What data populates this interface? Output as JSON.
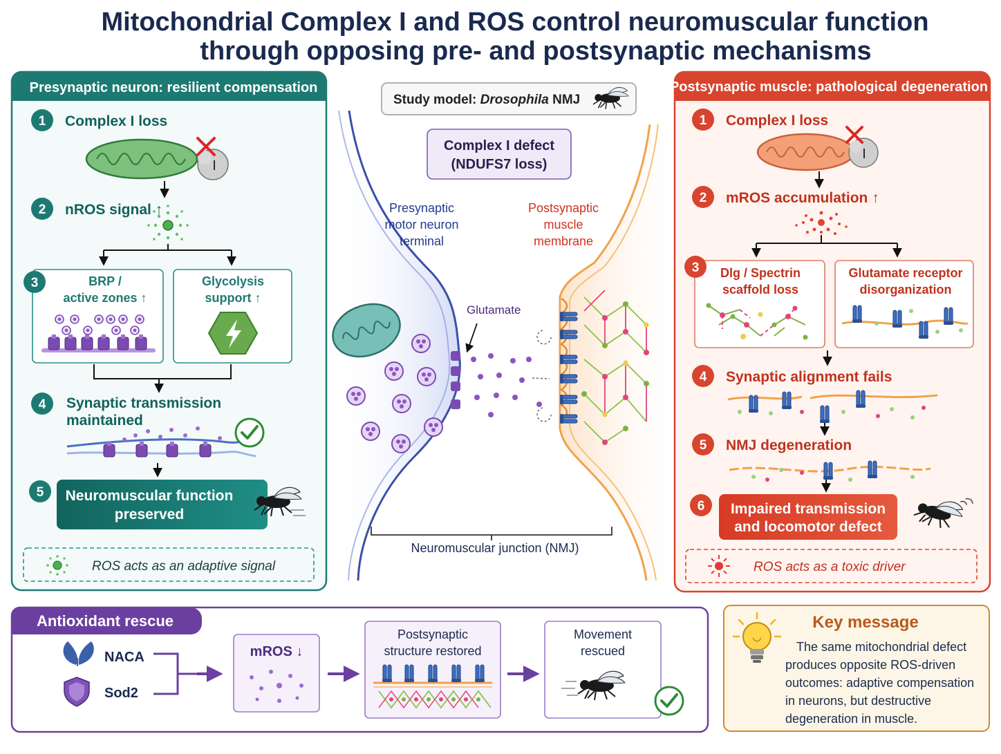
{
  "title": {
    "line1": "Mitochondrial Complex I and ROS control neuromuscular function",
    "line2": "through opposing pre- and postsynaptic mechanisms"
  },
  "colors": {
    "title": "#1a2a4f",
    "pre_teal": "#1d7a73",
    "pre_teal_dark": "#12615b",
    "post_red": "#d8442e",
    "rescue_purple": "#6b3fa0",
    "key_orange": "#d08a2c",
    "key_title": "#b85a1e"
  },
  "pre": {
    "header": "Presynaptic neuron: resilient compensation",
    "steps": [
      {
        "num": "1",
        "label": "Complex I loss"
      },
      {
        "num": "2",
        "label": "nROS signal ↑"
      },
      {
        "num": "3",
        "box_a": [
          "BRP /",
          "active zones ↑"
        ],
        "box_b": [
          "Glycolysis",
          "support ↑"
        ]
      },
      {
        "num": "4",
        "label_lines": [
          "Synaptic transmission",
          "maintained"
        ]
      },
      {
        "num": "5",
        "label_lines": [
          "Neuromuscular function",
          "preserved"
        ]
      }
    ],
    "complex_label": "I",
    "note": "ROS acts as an adaptive signal"
  },
  "center": {
    "study_prefix": "Study model: ",
    "study_species": "Drosophila",
    "study_suffix": " NMJ",
    "defect_lines": [
      "Complex I defect",
      "(NDUFS7 loss)"
    ],
    "pre_label_lines": [
      "Presynaptic",
      "motor neuron",
      "terminal"
    ],
    "post_label_lines": [
      "Postsynaptic",
      "muscle",
      "membrane"
    ],
    "glutamate": "Glutamate",
    "nmj": "Neuromuscular junction (NMJ)"
  },
  "post": {
    "header": "Postsynaptic muscle: pathological degeneration",
    "steps": [
      {
        "num": "1",
        "label": "Complex I loss"
      },
      {
        "num": "2",
        "label": "mROS accumulation ↑"
      },
      {
        "num": "3",
        "box_a": [
          "Dlg / Spectrin",
          "scaffold loss"
        ],
        "box_b": [
          "Glutamate receptor",
          "disorganization"
        ]
      },
      {
        "num": "4",
        "label": "Synaptic alignment fails"
      },
      {
        "num": "5",
        "label": "NMJ degeneration"
      },
      {
        "num": "6",
        "label_lines": [
          "Impaired transmission",
          "and locomotor defect"
        ]
      }
    ],
    "complex_label": "I",
    "note": "ROS acts as a toxic driver"
  },
  "rescue": {
    "header": "Antioxidant rescue",
    "agents": [
      "NACA",
      "Sod2"
    ],
    "box1": "mROS ↓",
    "box2_lines": [
      "Postsynaptic",
      "structure restored"
    ],
    "box3_lines": [
      "Movement",
      "rescued"
    ]
  },
  "key": {
    "title": "Key message",
    "lines": [
      "The same mitochondrial defect",
      "produces opposite ROS-driven",
      "outcomes: adaptive compensation",
      "in neurons, but destructive",
      "degeneration in muscle."
    ]
  }
}
